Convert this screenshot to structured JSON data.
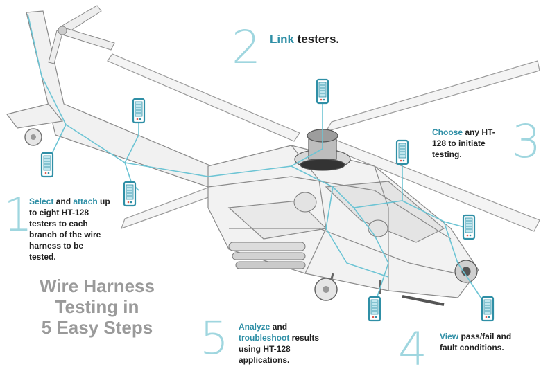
{
  "title": {
    "line1": "Wire Harness",
    "line2": "Testing in",
    "line3": "5 Easy Steps"
  },
  "steps": [
    {
      "number": "1",
      "parts": [
        {
          "text": "Select",
          "hl": true
        },
        {
          "text": " and ",
          "hl": false
        },
        {
          "text": "attach",
          "hl": true
        },
        {
          "text": " up to eight HT-128 testers to each branch of the wire harness to be tested.",
          "hl": false
        }
      ]
    },
    {
      "number": "2",
      "parts": [
        {
          "text": "Link",
          "hl": true
        },
        {
          "text": " testers.",
          "hl": false
        }
      ]
    },
    {
      "number": "3",
      "parts": [
        {
          "text": "Choose",
          "hl": true
        },
        {
          "text": " any HT-128 to initiate testing.",
          "hl": false
        }
      ]
    },
    {
      "number": "4",
      "parts": [
        {
          "text": "View",
          "hl": true
        },
        {
          "text": " pass/fail and fault conditions.",
          "hl": false
        }
      ]
    },
    {
      "number": "5",
      "parts": [
        {
          "text": "Analyze",
          "hl": true
        },
        {
          "text": " and ",
          "hl": false
        },
        {
          "text": "troubleshoot",
          "hl": true
        },
        {
          "text": " results using HT-128 applications.",
          "hl": false
        }
      ]
    }
  ],
  "colors": {
    "accent": "#2f8fa6",
    "number": "#9fd6df",
    "wire": "#6cc4d4",
    "title": "#9a9a9a"
  },
  "icons": {
    "tester": "tester-device-icon",
    "aircraft": "helicopter-wireframe"
  }
}
